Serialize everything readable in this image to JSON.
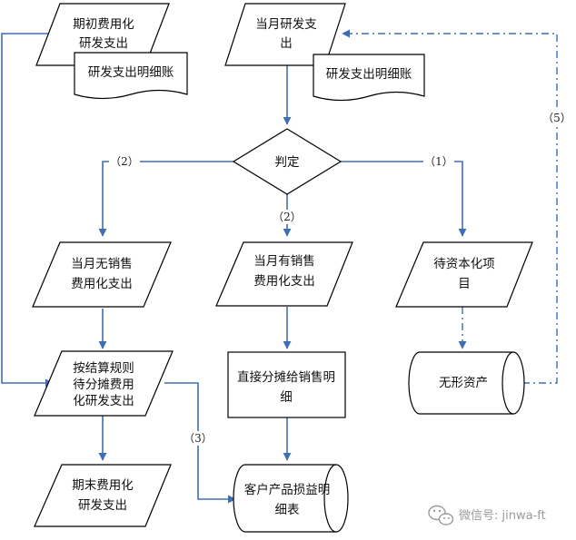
{
  "nodes": {
    "initial_rd": [
      "期初费用化",
      "研发支出"
    ],
    "ledger_left": [
      "研发支出明细账"
    ],
    "current_rd": [
      "当月研发支",
      "出"
    ],
    "ledger_right": [
      "研发支出明细账"
    ],
    "judge": [
      "判定"
    ],
    "no_sales": [
      "当月无销售",
      "费用化支出"
    ],
    "with_sales": [
      "当月有销售",
      "费用化支出"
    ],
    "capitalize": [
      "待资本化项",
      "目"
    ],
    "allocate": [
      "按结算规则",
      "待分摊费用",
      "化研发支出"
    ],
    "direct_alloc": [
      "直接分摊给销售明",
      "细"
    ],
    "intangible": [
      "无形资产"
    ],
    "ending_rd": [
      "期末费用化",
      "研发支出"
    ],
    "customer_pl": [
      "客户产品损益明",
      "细表"
    ]
  },
  "edge_labels": {
    "to_no_sales": "（2）",
    "to_with_sales": "（2）",
    "to_capitalize": "（1）",
    "to_customer_pl": "（3）",
    "to_current_rd": "（5）"
  },
  "watermark": {
    "icon": "wechat-icon",
    "text": "微信号: jinwa-ft"
  },
  "colors": {
    "flow": "#3e6fb5",
    "outline": "#000000",
    "watermark": "#9a9a9a"
  }
}
